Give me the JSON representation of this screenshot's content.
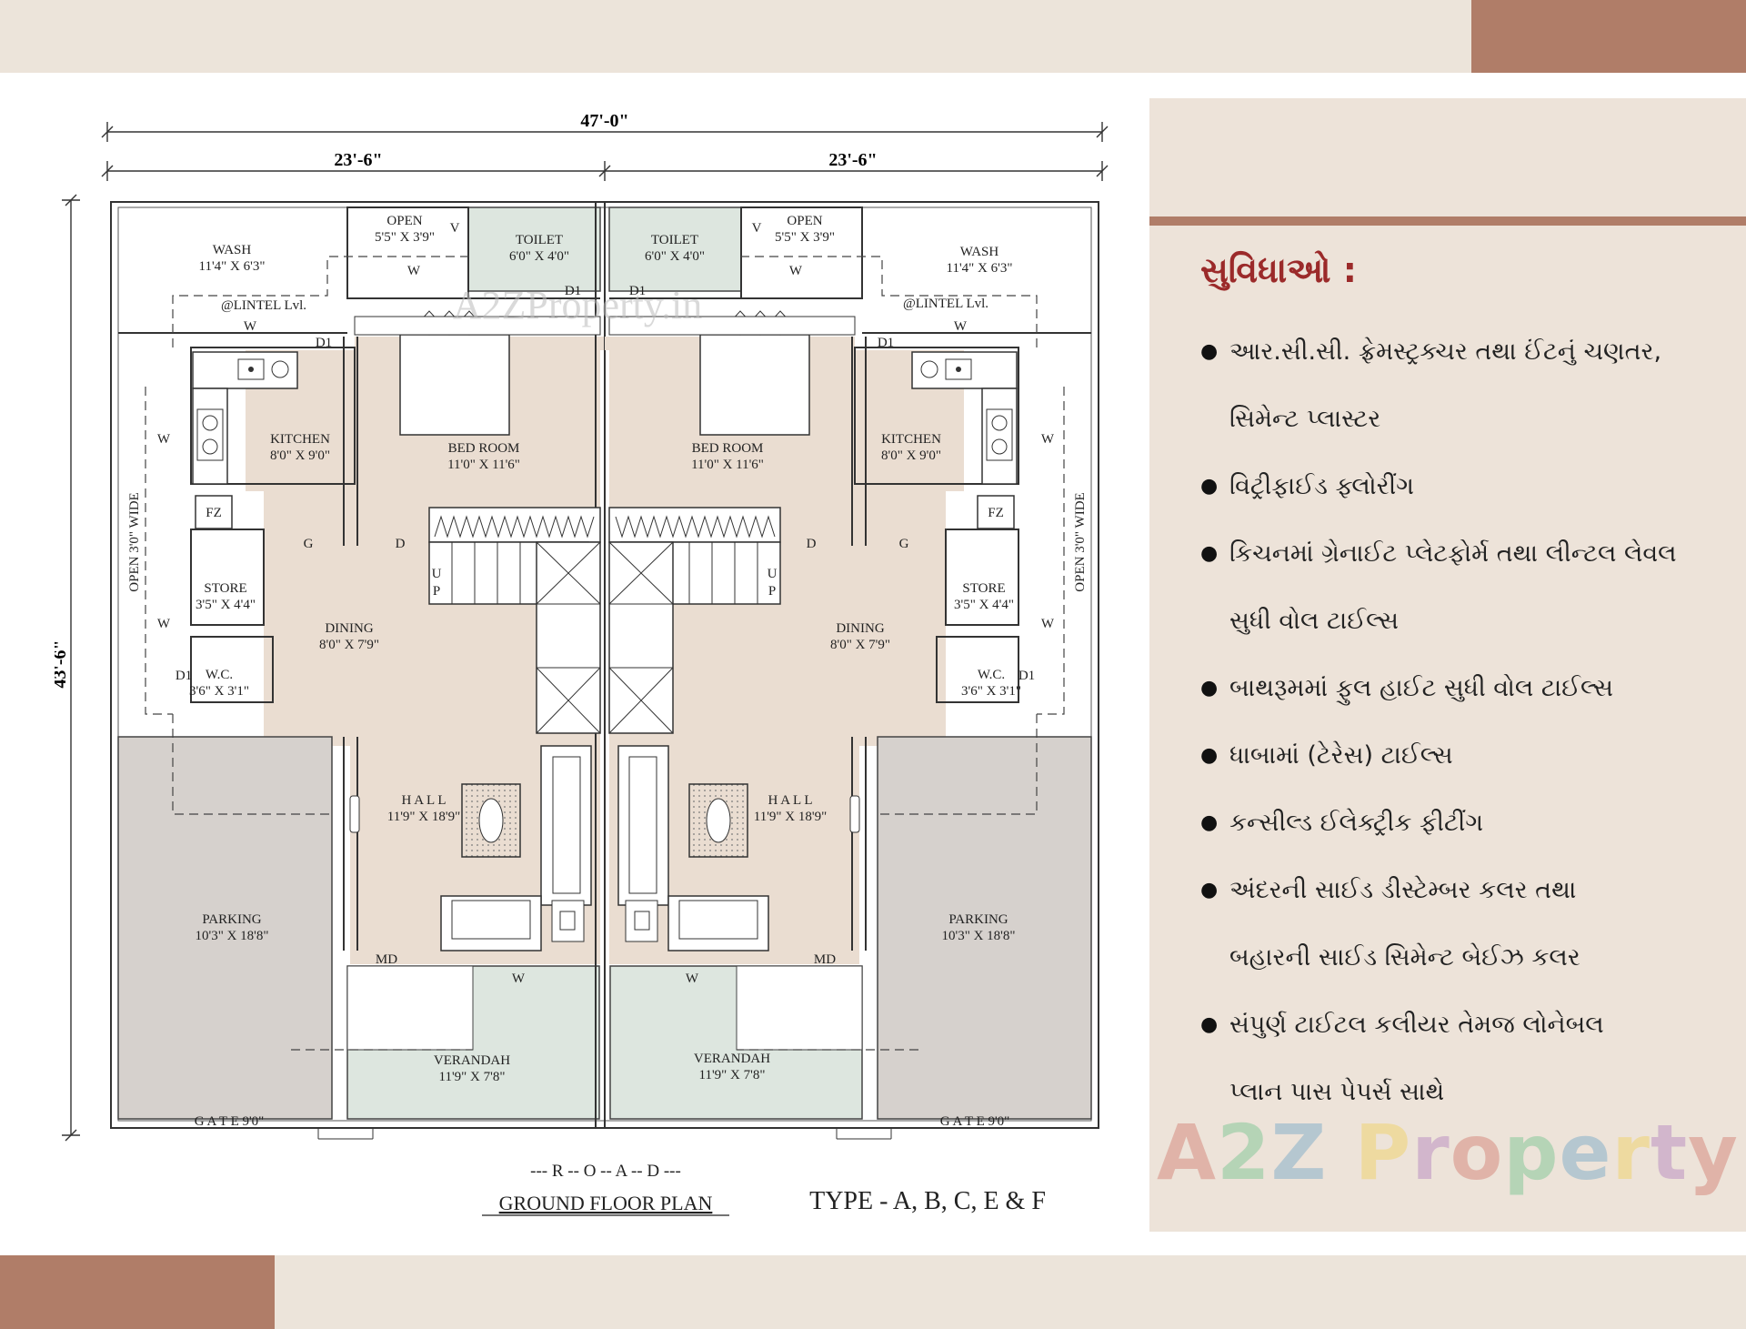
{
  "plan": {
    "dims": {
      "overall": "47'-0\"",
      "left_half": "23'-6\"",
      "right_half": "23'-6\"",
      "depth": "43'-6\""
    },
    "left_unit": {
      "wash": {
        "name": "WASH",
        "size": "11'4\" X 6'3\""
      },
      "open": {
        "name": "OPEN",
        "size": "5'5\" X 3'9\""
      },
      "toilet": {
        "name": "TOILET",
        "size": "6'0\" X 4'0\""
      },
      "lintel": "@LINTEL Lvl.",
      "kitchen": {
        "name": "KITCHEN",
        "size": "8'0\" X 9'0\""
      },
      "bedroom": {
        "name": "BED ROOM",
        "size": "11'0\" X 11'6\""
      },
      "store": {
        "name": "STORE",
        "size": "3'5\" X 4'4\""
      },
      "dining": {
        "name": "DINING",
        "size": "8'0\" X 7'9\""
      },
      "wc": {
        "name": "W.C.",
        "size": "3'6\" X 3'1\""
      },
      "hall": {
        "name": "H A L L",
        "size": "11'9\" X 18'9\""
      },
      "parking": {
        "name": "PARKING",
        "size": "10'3\" X 18'8\""
      },
      "verandah": {
        "name": "VERANDAH",
        "size": "11'9\" X 7'8\""
      },
      "gate": "G A T E 9'0\"",
      "open_side": "OPEN 3'0\" WIDE"
    },
    "right_unit": {
      "wash": {
        "name": "WASH",
        "size": "11'4\" X 6'3\""
      },
      "open": {
        "name": "OPEN",
        "size": "5'5\" X 3'9\""
      },
      "toilet": {
        "name": "TOILET",
        "size": "6'0\" X 4'0\""
      },
      "lintel": "@LINTEL Lvl.",
      "kitchen": {
        "name": "KITCHEN",
        "size": "8'0\" X 9'0\""
      },
      "bedroom": {
        "name": "BED ROOM",
        "size": "11'0\" X 11'6\""
      },
      "store": {
        "name": "STORE",
        "size": "3'5\" X 4'4\""
      },
      "dining": {
        "name": "DINING",
        "size": "8'0\" X 7'9\""
      },
      "wc": {
        "name": "W.C.",
        "size": "3'6\" X 3'1\""
      },
      "hall": {
        "name": "H A L L",
        "size": "11'9\" X 18'9\""
      },
      "parking": {
        "name": "PARKING",
        "size": "10'3\" X 18'8\""
      },
      "verandah": {
        "name": "VERANDAH",
        "size": "11'9\" X 7'8\""
      },
      "gate": "G A T E 9'0\"",
      "open_side": "OPEN 3'0\" WIDE"
    },
    "marks": {
      "w": "W",
      "v": "V",
      "d1": "D1",
      "d": "D",
      "g": "G",
      "fz": "FZ",
      "u": "U",
      "p": "P",
      "md": "MD"
    },
    "road": "--- R -- O -- A -- D ---",
    "caption": "GROUND FLOOR PLAN",
    "type": "TYPE - A, B, C, E & F",
    "watermark": "A2ZProperty.in"
  },
  "amenities": {
    "title": "સુવિધાઓ :",
    "lines": [
      "આર.સી.સી. ફ્રેમસ્ટ્રક્ચર તથા ઈંટનું ચણતર,",
      "સિમેન્ટ પ્લાસ્ટર",
      "વિટ્રીફાઈડ ફ્લોરીંગ",
      "કિચનમાં ગ્રેનાઈટ પ્લેટફોર્મ તથા લીન્ટલ લેવલ",
      "સુધી વોલ ટાઈલ્સ",
      "બાથરૂમમાં ફુલ હાઈટ સુધી વોલ ટાઈલ્સ",
      "ધાબામાં (ટેરેસ) ટાઈલ્સ",
      "કન્સીલ્ડ ઈલેક્ટ્રીક ફીટીંગ",
      "અંદરની સાઈડ ડીસ્ટેમ્બર કલર તથા",
      "બહારની સાઈડ સિમેન્ટ બેઈઝ કલર",
      "સંપુર્ણ ટાઈટલ કલીયર તેમજ લોનેબલ",
      "પ્લાન પાસ પેપર્સ સાથે"
    ]
  },
  "brand": {
    "text": "A2Z Property",
    "colors": [
      "#c0392b",
      "#27ae60",
      "#2980b9",
      "#f1c40f",
      "#8e44ad"
    ]
  }
}
